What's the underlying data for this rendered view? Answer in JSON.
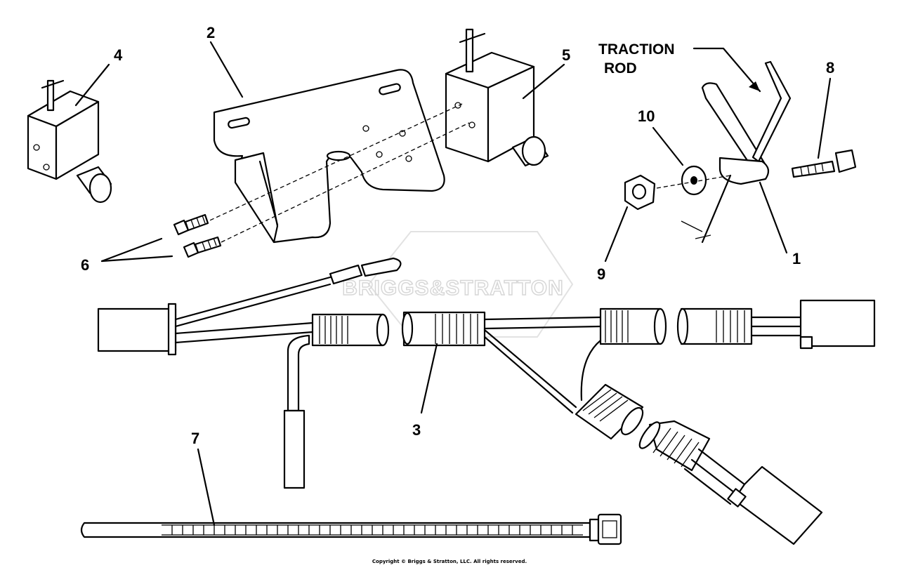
{
  "callouts": {
    "c1": "1",
    "c2": "2",
    "c3": "3",
    "c4": "4",
    "c5": "5",
    "c6": "6",
    "c7": "7",
    "c8": "8",
    "c9": "9",
    "c10": "10"
  },
  "labels": {
    "traction_line1": "TRACTION",
    "traction_line2": "ROD"
  },
  "watermark": {
    "text": "BRIGGS&STRATTON",
    "color": "#d7d7d7"
  },
  "copyright": "Copyright © Briggs & Stratton, LLC. All rights reserved.",
  "colors": {
    "ink": "#000000",
    "paper": "#ffffff"
  }
}
